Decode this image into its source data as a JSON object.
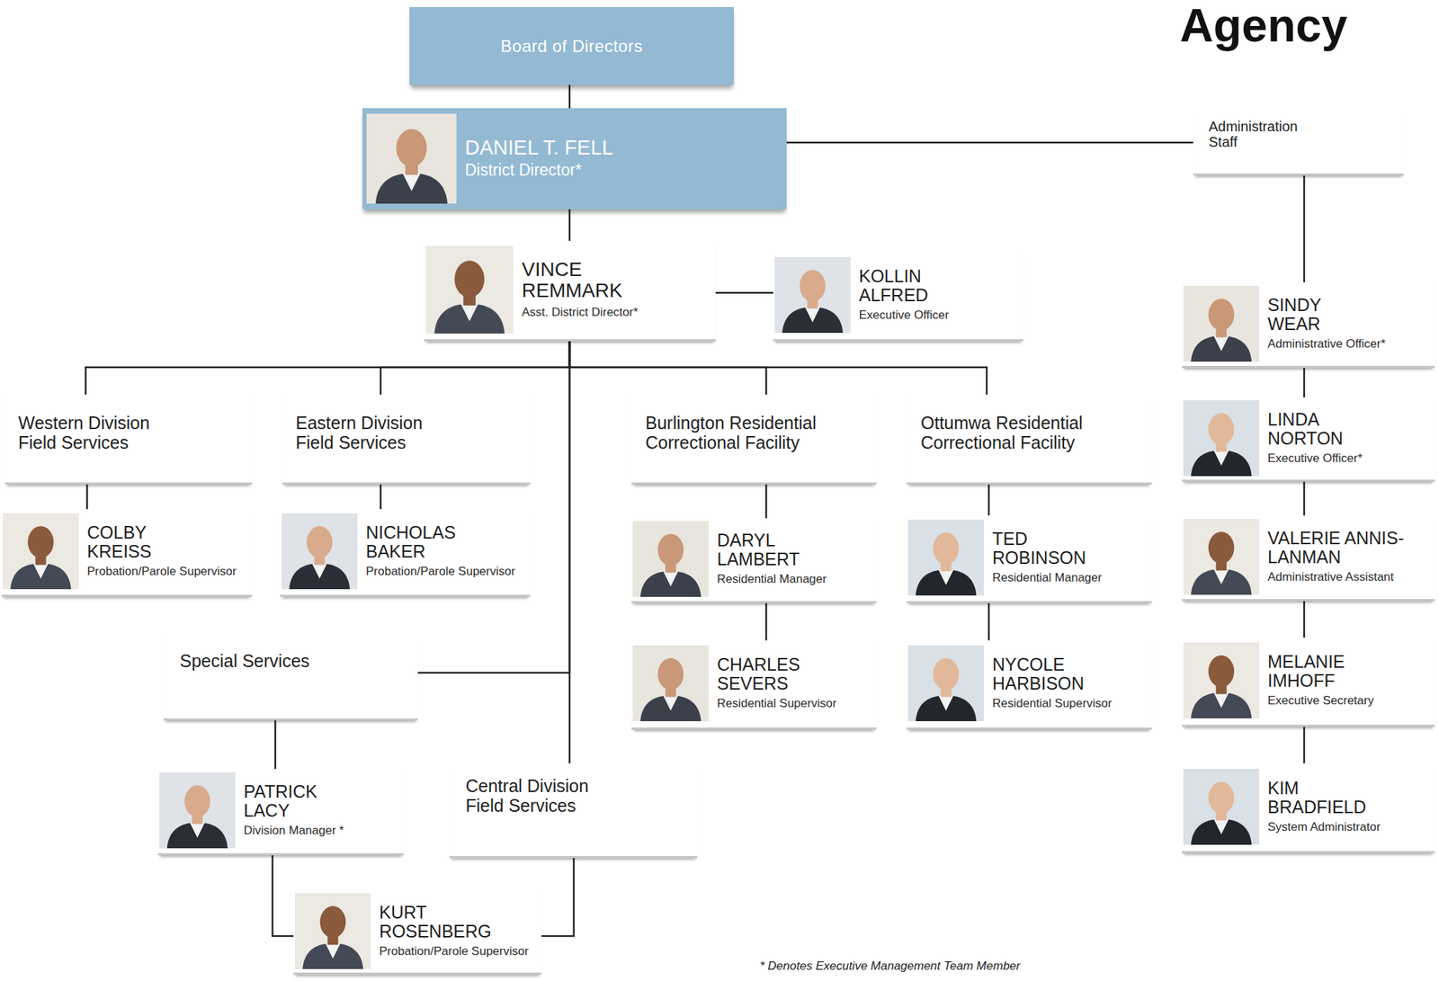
{
  "diagram": {
    "title": "Agency",
    "nodes": [
      {
        "text": [
          "Board of Directors"
        ]
      },
      {
        "text": [
          "DANIEL T. FELL",
          "District Director*"
        ]
      },
      {
        "text": [
          "Administration Staff"
        ]
      },
      {
        "text": [
          "VINCE REMMARK",
          "Asst. District Director*"
        ]
      },
      {
        "text": [
          "KOLLIN ALFRED",
          "Executive Officer"
        ]
      },
      {
        "text": [
          "SINDY WEAR",
          "Administrative Officer*"
        ]
      },
      {
        "text": [
          "Western Division Field Services"
        ]
      },
      {
        "text": [
          "Eastern Division Field Services"
        ]
      },
      {
        "text": [
          "Burlington Residential Correctional Facility"
        ]
      },
      {
        "text": [
          "Ottumwa Residential Correctional Facility"
        ]
      },
      {
        "text": [
          "LINDA NORTON",
          "Executive Officer*"
        ]
      },
      {
        "text": [
          "COLBY KREISS",
          "Probation/Parole Supervisor"
        ]
      },
      {
        "text": [
          "NICHOLAS BAKER",
          "Probation/Parole Supervisor"
        ]
      },
      {
        "text": [
          "DARYL LAMBERT",
          "Residential Manager"
        ]
      },
      {
        "text": [
          "TED ROBINSON",
          "Residential Manager"
        ]
      },
      {
        "text": [
          "VALERIE ANNIS-LANMAN",
          "Administrative Assistant"
        ]
      },
      {
        "text": [
          "Special Services"
        ]
      },
      {
        "text": [
          "CHARLES SEVERS",
          "Residential Supervisor"
        ]
      },
      {
        "text": [
          "NYCOLE HARBISON",
          "Residential Supervisor"
        ]
      },
      {
        "text": [
          "MELANIE IMHOFF",
          "Executive Secretary"
        ]
      },
      {
        "text": [
          "PATRICK LACY",
          "Division Manager *"
        ]
      },
      {
        "text": [
          "Central Division Field Services"
        ]
      },
      {
        "text": [
          "KIM BRADFIELD",
          "System Administrator"
        ]
      },
      {
        "text": [
          "KURT ROSENBERG",
          "Probation/Parole Supervisor"
        ]
      }
    ],
    "edges": [
      {
        "from": 0,
        "to": 1,
        "arrow": "none"
      },
      {
        "from": 1,
        "to": 2,
        "arrow": "none"
      },
      {
        "from": 1,
        "to": 3,
        "arrow": "none"
      },
      {
        "from": 3,
        "to": 4,
        "arrow": "none"
      },
      {
        "from": 2,
        "to": 5,
        "arrow": "none"
      },
      {
        "from": 3,
        "to": 6,
        "arrow": "none"
      },
      {
        "from": 3,
        "to": 7,
        "arrow": "none"
      },
      {
        "from": 3,
        "to": 8,
        "arrow": "none"
      },
      {
        "from": 3,
        "to": 9,
        "arrow": "none"
      },
      {
        "from": 3,
        "to": 16,
        "arrow": "none"
      },
      {
        "from": 3,
        "to": 21,
        "arrow": "none"
      },
      {
        "from": 5,
        "to": 10,
        "arrow": "none"
      },
      {
        "from": 6,
        "to": 11,
        "arrow": "none"
      },
      {
        "from": 7,
        "to": 12,
        "arrow": "none"
      },
      {
        "from": 8,
        "to": 13,
        "arrow": "none"
      },
      {
        "from": 9,
        "to": 14,
        "arrow": "none"
      },
      {
        "from": 10,
        "to": 15,
        "arrow": "none"
      },
      {
        "from": 13,
        "to": 17,
        "arrow": "none"
      },
      {
        "from": 14,
        "to": 18,
        "arrow": "none"
      },
      {
        "from": 15,
        "to": 19,
        "arrow": "none"
      },
      {
        "from": 16,
        "to": 20,
        "arrow": "none"
      },
      {
        "from": 19,
        "to": 22,
        "arrow": "none"
      },
      {
        "from": 20,
        "to": 23,
        "arrow": "none"
      },
      {
        "from": 21,
        "to": 23,
        "arrow": "none"
      }
    ],
    "labels": [
      "* Denotes Executive Management Team Member"
    ]
  }
}
